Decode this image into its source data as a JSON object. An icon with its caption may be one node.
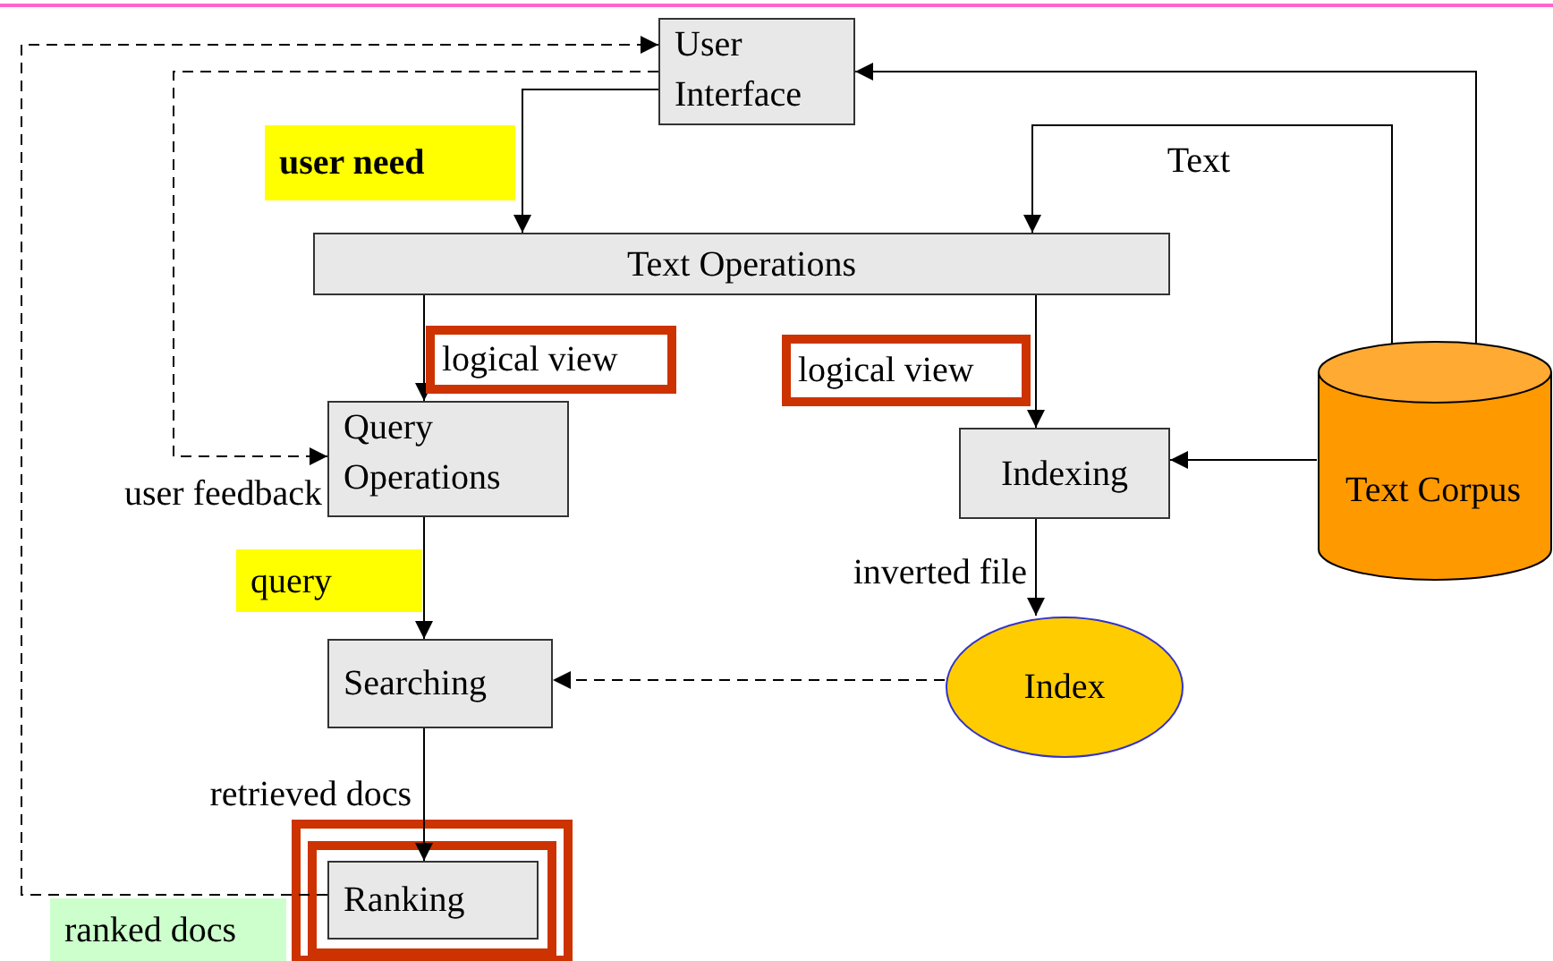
{
  "diagram": {
    "nodes": [
      {
        "text": [
          "User Interface"
        ]
      },
      {
        "text": [
          "Text Operations"
        ]
      },
      {
        "text": [
          "Query Operations"
        ]
      },
      {
        "text": [
          "Indexing"
        ]
      },
      {
        "text": [
          "Searching"
        ]
      },
      {
        "text": [
          "Index"
        ]
      },
      {
        "text": [
          "Text Corpus"
        ]
      },
      {
        "text": [
          "Ranking"
        ]
      }
    ],
    "edges": [
      {
        "from": 0,
        "to": 1,
        "arrow": "to",
        "label": "user need"
      },
      {
        "from": 6,
        "to": 1,
        "arrow": "to",
        "label": "Text"
      },
      {
        "from": 6,
        "to": 0,
        "arrow": "to"
      },
      {
        "from": 1,
        "to": 2,
        "arrow": "to",
        "label": "logical view"
      },
      {
        "from": 1,
        "to": 3,
        "arrow": "to",
        "label": "logical view"
      },
      {
        "from": 6,
        "to": 3,
        "arrow": "to"
      },
      {
        "from": 0,
        "to": 2,
        "arrow": "to",
        "style": "dashed",
        "label": "user feedback"
      },
      {
        "from": 7,
        "to": 0,
        "arrow": "to",
        "style": "dashed",
        "label": "ranked docs"
      },
      {
        "from": 2,
        "to": 4,
        "arrow": "to",
        "label": "query"
      },
      {
        "from": 3,
        "to": 5,
        "arrow": "to",
        "label": "inverted file"
      },
      {
        "from": 5,
        "to": 4,
        "arrow": "to",
        "style": "dashed"
      },
      {
        "from": 4,
        "to": 7,
        "arrow": "to",
        "label": "retrieved docs"
      }
    ]
  }
}
